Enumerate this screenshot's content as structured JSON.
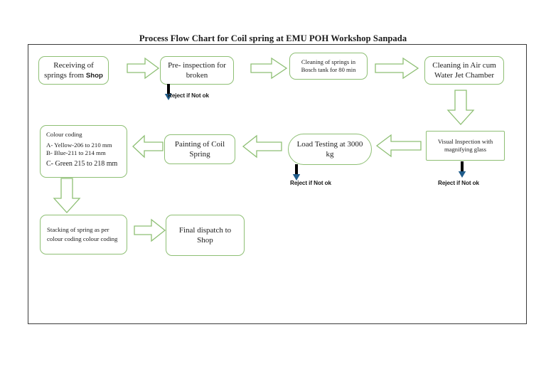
{
  "document": {
    "title": "Process Flow Chart for Coil spring at EMU POH Workshop Sanpada"
  },
  "colors": {
    "box_border": "#8ebf74",
    "arrow_outline": "#8ebf74",
    "reject_arrow": "#1f5c8b",
    "frame_border": "#3a3a3a",
    "text": "#1c1c1c",
    "background": "#ffffff"
  },
  "flowchart": {
    "type": "process-flow-diagram",
    "nodes": [
      {
        "id": "receiving",
        "label_line1": "Receiving of",
        "label_line2": "springs from ",
        "label_emphasis": "Shop",
        "shape": "rounded-rectangle",
        "row": 1
      },
      {
        "id": "pre-inspection",
        "label_line1": "Pre- inspection for",
        "label_line2": "broken",
        "shape": "rounded-rectangle",
        "row": 1
      },
      {
        "id": "bosch-cleaning",
        "label_line1": "Cleaning of springs in",
        "label_line2": "Bosch tank for 80 min",
        "shape": "rounded-rectangle",
        "row": 1
      },
      {
        "id": "air-water-jet",
        "label_line1": "Cleaning in Air cum",
        "label_line2": "Water Jet Chamber",
        "shape": "rounded-rectangle",
        "row": 1
      },
      {
        "id": "visual-inspection",
        "label_line1": "Visual Inspection with",
        "label_line2": "magnifying glass",
        "shape": "rectangle",
        "row": 2
      },
      {
        "id": "load-testing",
        "label_line1": "Load Testing at 3000",
        "label_line2": "kg",
        "shape": "pill",
        "row": 2
      },
      {
        "id": "painting",
        "label_line1": "Painting of Coil",
        "label_line2": "Spring",
        "shape": "rounded-rectangle",
        "row": 2
      },
      {
        "id": "colour-coding",
        "heading": "Colour coding",
        "items": [
          "A- Yellow-206 to 210 mm",
          "B- Blue-211 to 214 mm",
          "C- Green  215 to 218 mm"
        ],
        "shape": "rounded-rectangle",
        "row": 2
      },
      {
        "id": "stacking",
        "label_line1": "Stacking of spring as per",
        "label_line2": "colour coding colour coding",
        "shape": "rounded-rectangle",
        "row": 3
      },
      {
        "id": "final-dispatch",
        "label_line1": "Final dispatch to",
        "label_line2": "Shop",
        "shape": "rounded-rectangle",
        "row": 3
      }
    ],
    "connectors": [
      {
        "id": "c1",
        "from": "receiving",
        "to": "pre-inspection",
        "direction": "right"
      },
      {
        "id": "c2",
        "from": "pre-inspection",
        "to": "bosch-cleaning",
        "direction": "right"
      },
      {
        "id": "c3",
        "from": "bosch-cleaning",
        "to": "air-water-jet",
        "direction": "right"
      },
      {
        "id": "c4",
        "from": "air-water-jet",
        "to": "visual-inspection",
        "direction": "down"
      },
      {
        "id": "c5",
        "from": "visual-inspection",
        "to": "load-testing",
        "direction": "left"
      },
      {
        "id": "c6",
        "from": "load-testing",
        "to": "painting",
        "direction": "left"
      },
      {
        "id": "c7",
        "from": "painting",
        "to": "colour-coding",
        "direction": "left"
      },
      {
        "id": "c8",
        "from": "colour-coding",
        "to": "stacking",
        "direction": "down"
      },
      {
        "id": "c9",
        "from": "stacking",
        "to": "final-dispatch",
        "direction": "right"
      }
    ],
    "reject_branches": [
      {
        "id": "r1",
        "from": "pre-inspection",
        "label": "Reject if Not ok"
      },
      {
        "id": "r2",
        "from": "load-testing",
        "label": "Reject if Not ok"
      },
      {
        "id": "r3",
        "from": "visual-inspection",
        "label": "Reject if Not ok"
      }
    ]
  }
}
